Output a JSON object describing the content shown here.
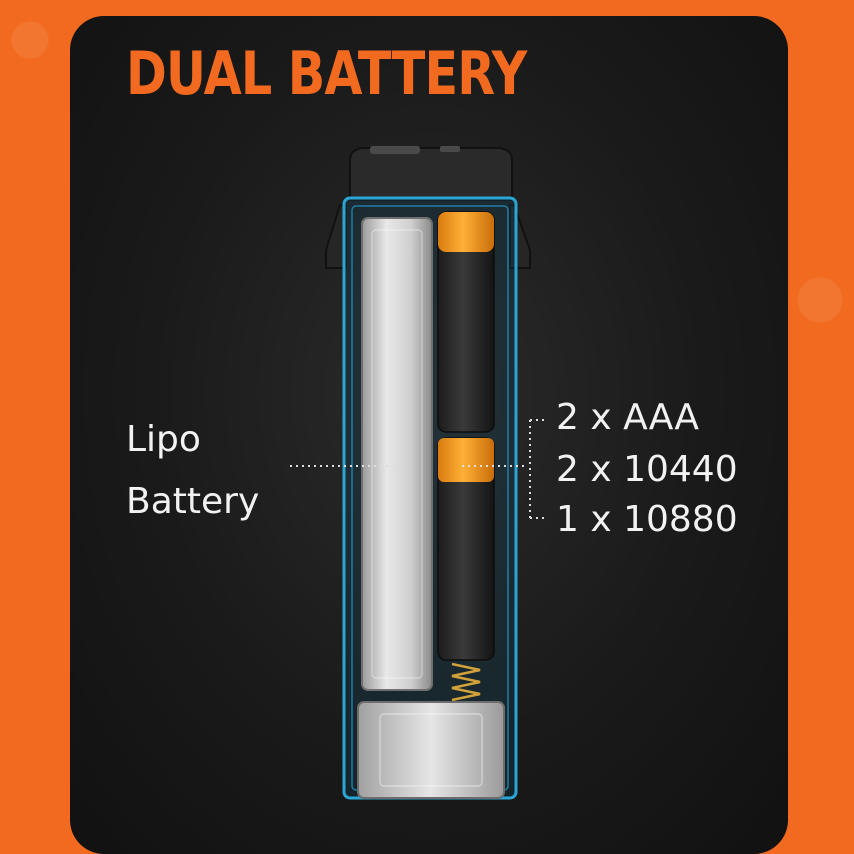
{
  "headline": "DUAL BATTERY",
  "left_callout": {
    "line1": "Lipo",
    "line2": "Battery"
  },
  "right_callout": {
    "lines": [
      "2 x AAA",
      "2 x 10440",
      "1 x 10880"
    ]
  },
  "colors": {
    "accent": "#f26a1f",
    "card": "#1a1a1a",
    "outline": "#2aa6d6",
    "cell_band": "#f59a1e"
  }
}
